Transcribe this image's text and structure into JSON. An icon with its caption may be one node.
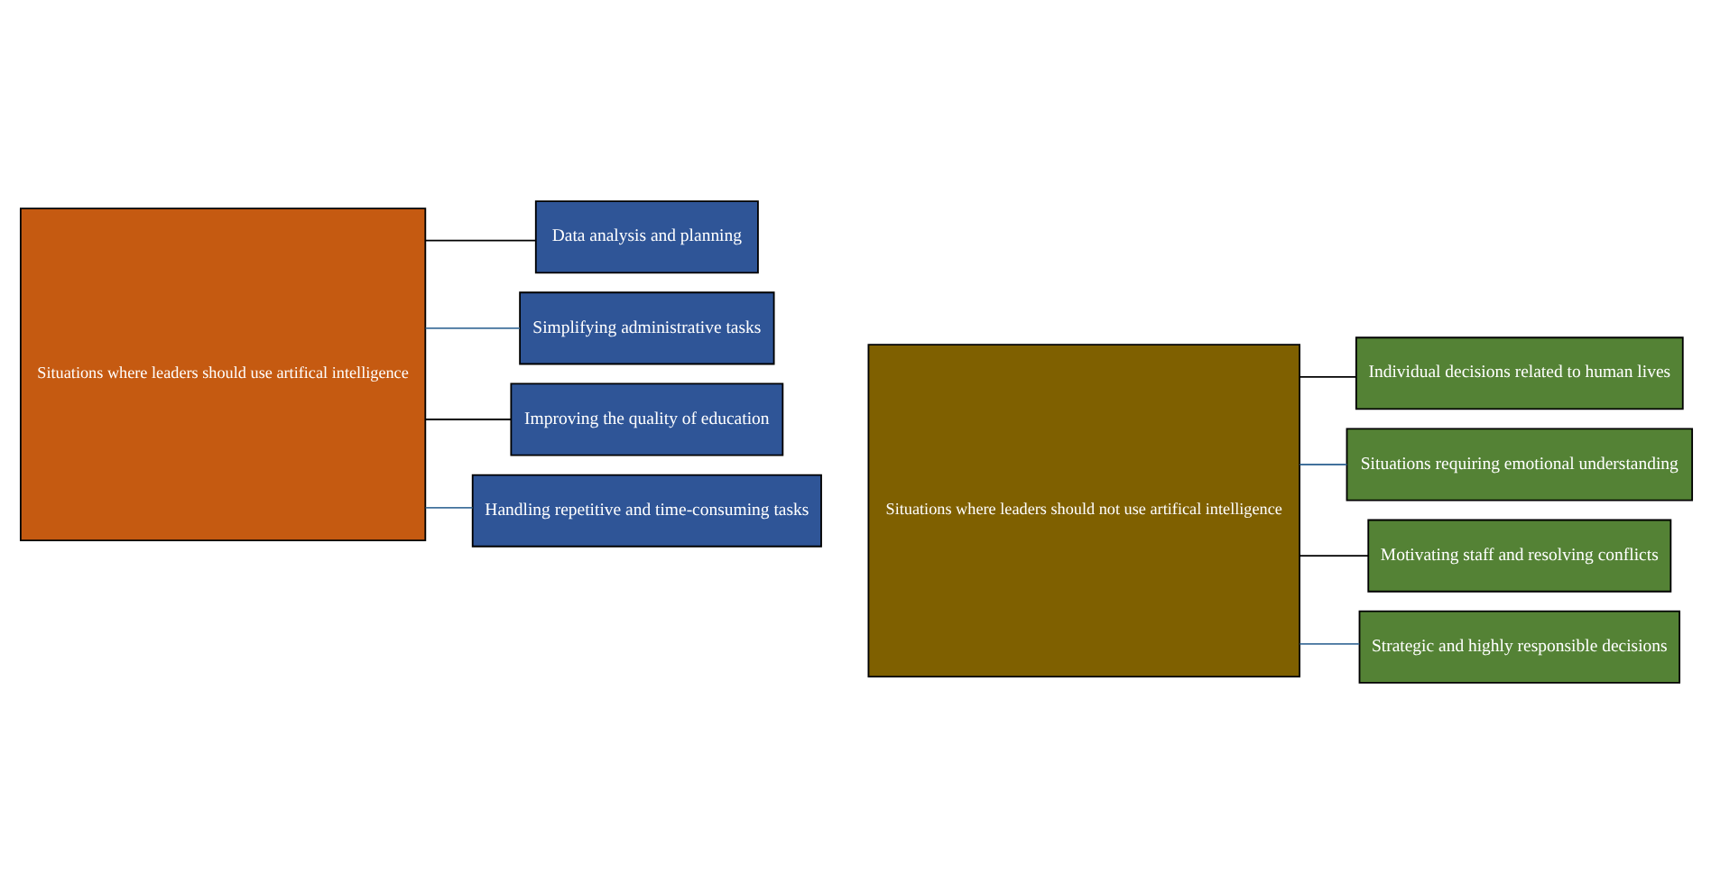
{
  "diagram": {
    "nodes": [
      {
        "text": [
          "Situations where leaders should use artifical intelligence"
        ]
      },
      {
        "text": [
          "Data analysis and planning"
        ]
      },
      {
        "text": [
          "Simplifying administrative tasks"
        ]
      },
      {
        "text": [
          "Improving the quality of education"
        ]
      },
      {
        "text": [
          "Handling repetitive and time-consuming tasks"
        ]
      },
      {
        "text": [
          "Situations where leaders should not use artifical intelligence"
        ]
      },
      {
        "text": [
          "Individual decisions related to human lives"
        ]
      },
      {
        "text": [
          "Situations requiring emotional understanding"
        ]
      },
      {
        "text": [
          "Motivating staff and resolving conflicts"
        ]
      },
      {
        "text": [
          "Strategic and highly responsible decisions"
        ]
      }
    ],
    "edges": [
      {
        "from": 0,
        "to": 1,
        "arrow": "none"
      },
      {
        "from": 0,
        "to": 2,
        "arrow": "none",
        "color": "#41719c"
      },
      {
        "from": 0,
        "to": 3,
        "arrow": "none"
      },
      {
        "from": 0,
        "to": 4,
        "arrow": "none",
        "color": "#41719c"
      },
      {
        "from": 5,
        "to": 6,
        "arrow": "none"
      },
      {
        "from": 5,
        "to": 7,
        "arrow": "none",
        "color": "#41719c"
      },
      {
        "from": 5,
        "to": 8,
        "arrow": "none"
      },
      {
        "from": 5,
        "to": 9,
        "arrow": "none",
        "color": "#41719c"
      }
    ]
  }
}
